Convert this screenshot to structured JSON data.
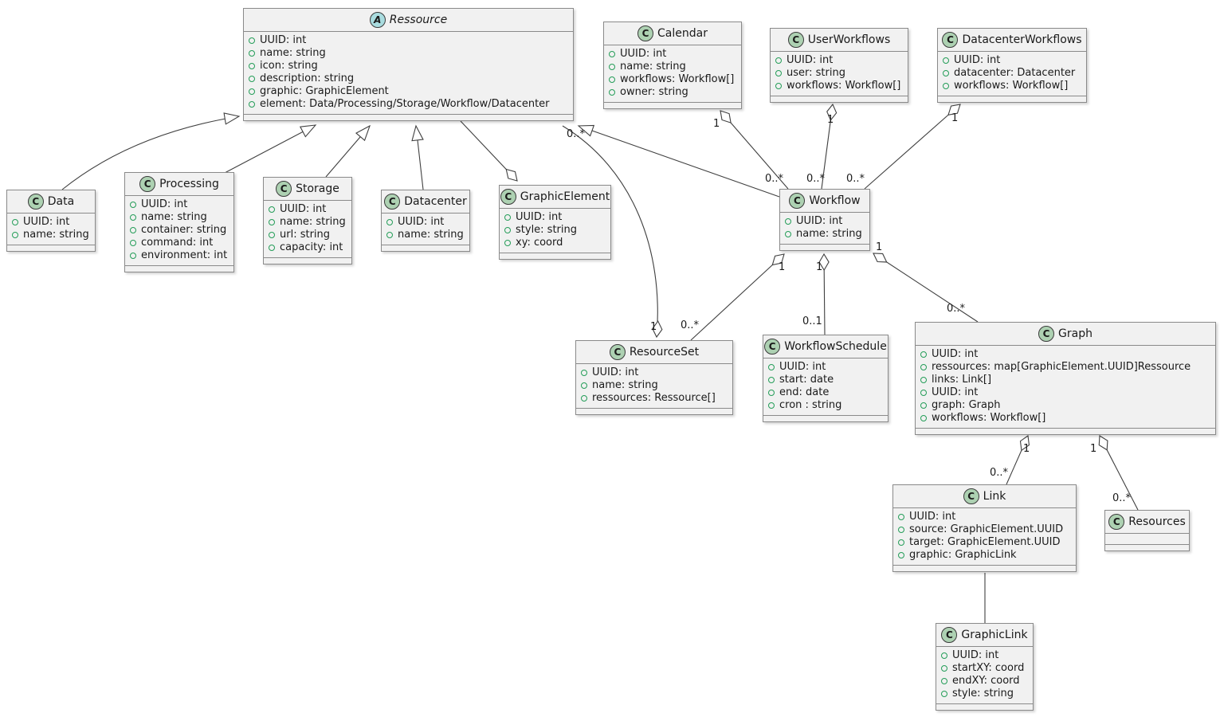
{
  "colors": {
    "box_bg": "#F1F1F1",
    "border": "#8A8A8A",
    "line": "#3F3F3F",
    "class_icon_bg": "#ADD1B2",
    "abstract_icon_bg": "#A9DCDF",
    "field_icon": "#249D58",
    "text": "#1A1A1A"
  },
  "icons": {
    "class_letter": "C",
    "abstract_letter": "A"
  },
  "classes": {
    "ressource": {
      "name": "Ressource",
      "stereotype": "abstract",
      "attrs": [
        "UUID: int",
        "name: string",
        "icon: string",
        "description: string",
        "graphic: GraphicElement",
        "element: Data/Processing/Storage/Workflow/Datacenter"
      ]
    },
    "calendar": {
      "name": "Calendar",
      "attrs": [
        "UUID: int",
        "name: string",
        "workflows: Workflow[]",
        "owner: string"
      ]
    },
    "userworkflows": {
      "name": "UserWorkflows",
      "attrs": [
        "UUID: int",
        "user: string",
        "workflows: Workflow[]"
      ]
    },
    "datacenterworkflows": {
      "name": "DatacenterWorkflows",
      "attrs": [
        "UUID: int",
        "datacenter: Datacenter",
        "workflows: Workflow[]"
      ]
    },
    "data": {
      "name": "Data",
      "attrs": [
        "UUID: int",
        "name: string"
      ]
    },
    "processing": {
      "name": "Processing",
      "attrs": [
        "UUID: int",
        "name: string",
        "container: string",
        "command: int",
        "environment: int"
      ]
    },
    "storage": {
      "name": "Storage",
      "attrs": [
        "UUID: int",
        "name: string",
        "url: string",
        "capacity: int"
      ]
    },
    "datacenter": {
      "name": "Datacenter",
      "attrs": [
        "UUID: int",
        "name: string"
      ]
    },
    "graphicelement": {
      "name": "GraphicElement",
      "attrs": [
        "UUID: int",
        "style: string",
        "xy: coord"
      ]
    },
    "workflow": {
      "name": "Workflow",
      "attrs": [
        "UUID: int",
        "name: string"
      ]
    },
    "resourceset": {
      "name": "ResourceSet",
      "attrs": [
        "UUID: int",
        "name: string",
        "ressources: Ressource[]"
      ]
    },
    "workflowschedule": {
      "name": "WorkflowSchedule",
      "attrs": [
        "UUID: int",
        "start: date",
        "end: date",
        "cron : string"
      ]
    },
    "graph": {
      "name": "Graph",
      "attrs": [
        "UUID: int",
        "ressources: map[GraphicElement.UUID]Ressource",
        "links: Link[]",
        "UUID: int",
        "graph: Graph",
        "workflows: Workflow[]"
      ]
    },
    "link": {
      "name": "Link",
      "attrs": [
        "UUID: int",
        "source: GraphicElement.UUID",
        "target: GraphicElement.UUID",
        "graphic: GraphicLink"
      ]
    },
    "resources": {
      "name": "Resources",
      "attrs": []
    },
    "graphiclink": {
      "name": "GraphicLink",
      "attrs": [
        "UUID: int",
        "startXY: coord",
        "endXY: coord",
        "style: string"
      ]
    }
  },
  "multiplicity": {
    "cal_wf_1": "1",
    "cal_wf_n": "0..*",
    "usr_wf_1": "1",
    "usr_wf_n": "0..*",
    "dc_wf_1": "1",
    "dc_wf_n": "0..*",
    "wf_rs_1": "1",
    "wf_rs_n": "0..*",
    "wf_ws_1": "1",
    "wf_ws_n": "0..1",
    "wf_gr_1": "1",
    "wf_gr_n": "0..*",
    "rs_res_1": "1",
    "rs_res_n": "0..*",
    "gr_link_1": "1",
    "gr_link_n": "0..*",
    "gr_res_1": "1",
    "gr_res_n": "0..*"
  }
}
